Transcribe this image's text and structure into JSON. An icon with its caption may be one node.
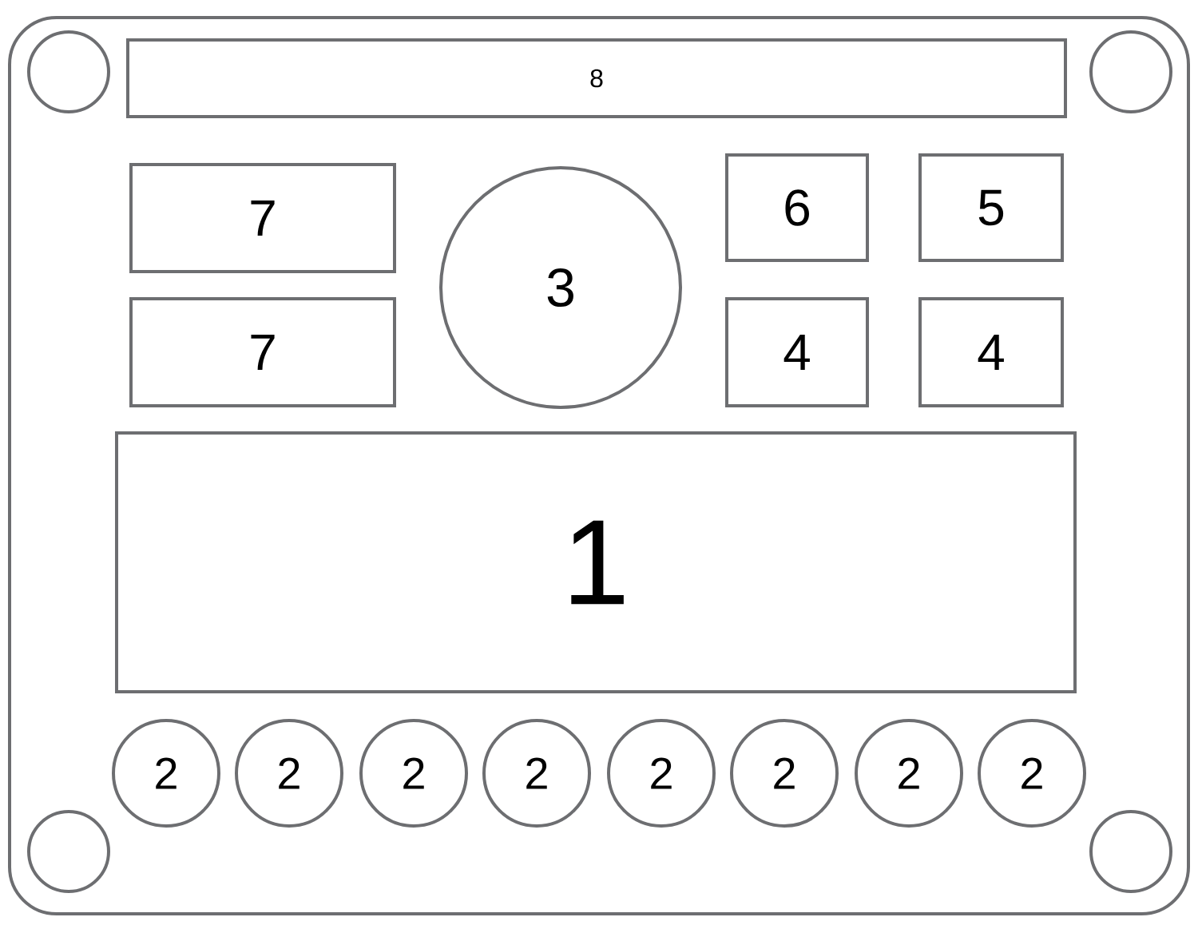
{
  "diagram": {
    "nodes": [
      {
        "text": [
          "8"
        ]
      },
      {
        "text": [
          "7"
        ]
      },
      {
        "text": [
          "3"
        ]
      },
      {
        "text": [
          "6"
        ]
      },
      {
        "text": [
          "5"
        ]
      },
      {
        "text": [
          "7"
        ]
      },
      {
        "text": [
          "4"
        ]
      },
      {
        "text": [
          "4"
        ]
      },
      {
        "text": [
          "1"
        ]
      },
      {
        "text": [
          "2"
        ]
      },
      {
        "text": [
          "2"
        ]
      },
      {
        "text": [
          "2"
        ]
      },
      {
        "text": [
          "2"
        ]
      },
      {
        "text": [
          "2"
        ]
      },
      {
        "text": [
          "2"
        ]
      },
      {
        "text": [
          "2"
        ]
      },
      {
        "text": [
          "2"
        ]
      }
    ]
  }
}
